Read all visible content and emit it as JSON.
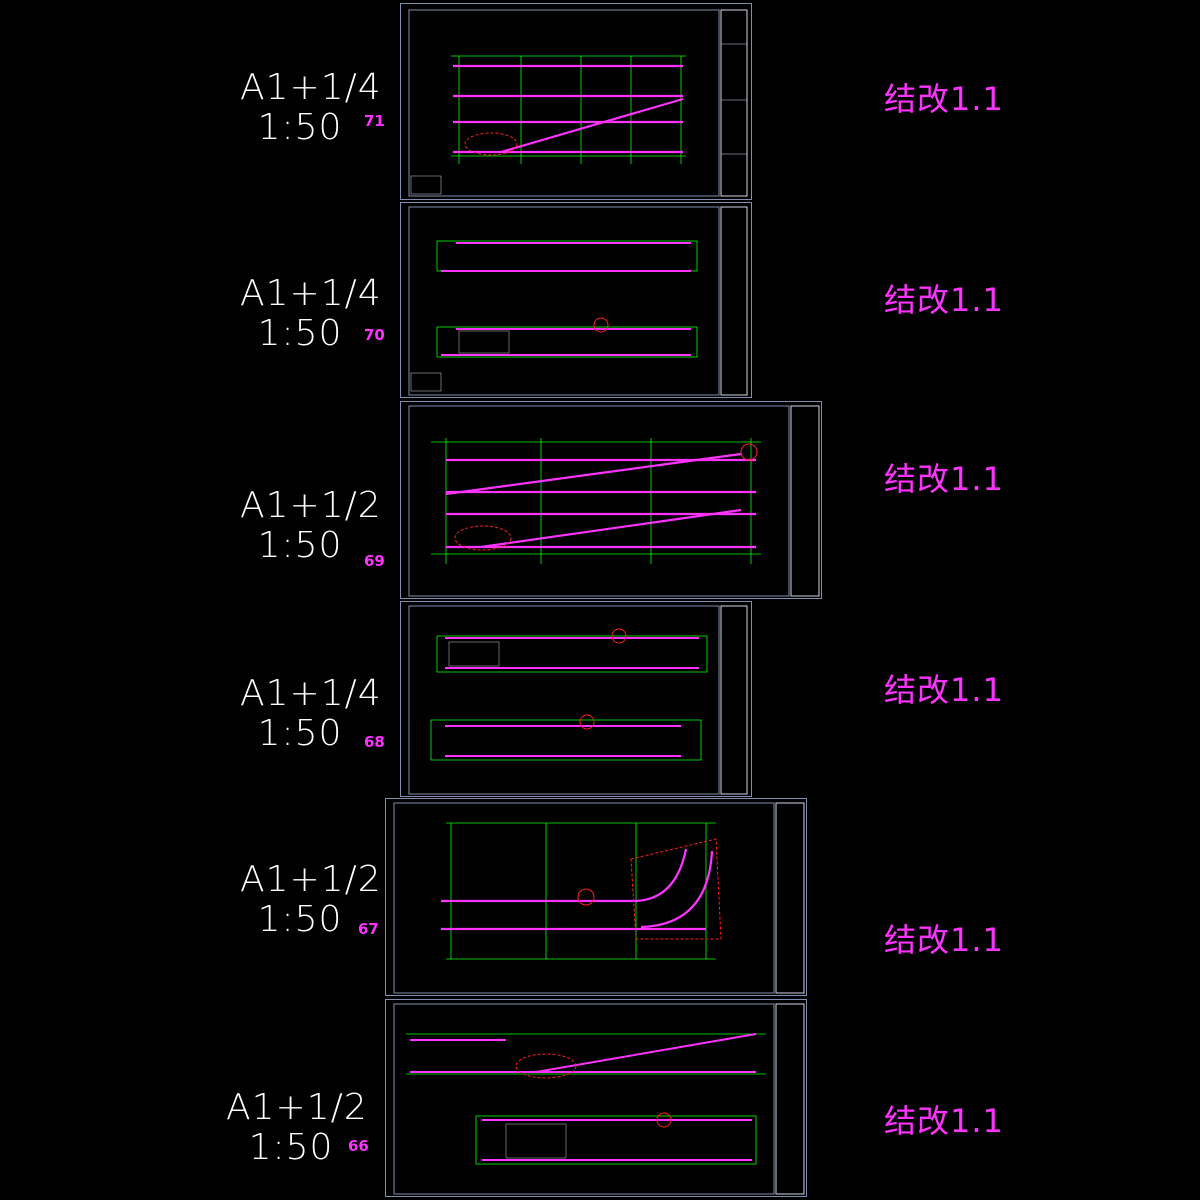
{
  "sheets": [
    {
      "size": "A1+1/4",
      "scale": "1:50",
      "number": "71",
      "note": "结改1.1"
    },
    {
      "size": "A1+1/4",
      "scale": "1:50",
      "number": "70",
      "note": "结改1.1"
    },
    {
      "size": "A1+1/2",
      "scale": "1:50",
      "number": "69",
      "note": "结改1.1"
    },
    {
      "size": "A1+1/4",
      "scale": "1:50",
      "number": "68",
      "note": "结改1.1"
    },
    {
      "size": "A1+1/2",
      "scale": "1:50",
      "number": "67",
      "note": "结改1.1"
    },
    {
      "size": "A1+1/2",
      "scale": "1:50",
      "number": "66",
      "note": "结改1.1"
    }
  ],
  "colors": {
    "background": "#000000",
    "frame": "#7f8fb0",
    "beam": "#ff33ff",
    "grid": "#00ff00",
    "revision_cloud": "#ff2020",
    "label": "#ffffff"
  }
}
